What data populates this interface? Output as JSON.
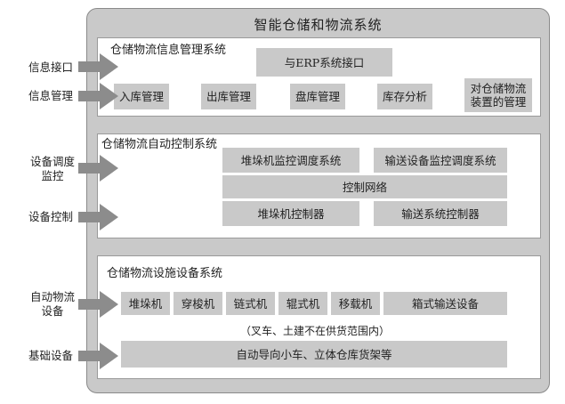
{
  "title": "智能仓储和物流系统",
  "left_labels": {
    "info_interface": "信息接口",
    "info_management": "信息管理",
    "device_dispatch": [
      "设备调度",
      "监控"
    ],
    "device_control": "设备控制",
    "auto_logistics": [
      "自动物流",
      "设备"
    ],
    "basic_equipment": "基础设备"
  },
  "info_system": {
    "title": "仓储物流信息管理系统",
    "erp_interface": "与ERP系统接口",
    "modules": [
      "入库管理",
      "出库管理",
      "盘库管理",
      "库存分析"
    ],
    "device_management": [
      "对仓储物流",
      "装置的管理"
    ]
  },
  "control_system": {
    "title": "仓储物流自动控制系统",
    "stacker_monitor": "堆垛机监控调度系统",
    "conveyor_monitor": "输送设备监控调度系统",
    "control_network": "控制网络",
    "stacker_controller": "堆垛机控制器",
    "conveyor_controller": "输送系统控制器"
  },
  "facility_system": {
    "title": "仓储物流设施设备系统",
    "equipment": [
      "堆垛机",
      "穿梭机",
      "链式机",
      "辊式机",
      "移载机",
      "箱式输送设备"
    ],
    "note": "（叉车、土建不在供货范围内）",
    "base": "自动导向小车、立体仓库货架等"
  },
  "colors": {
    "frame": "#c9c9c9",
    "arrow": "#8c8c8c",
    "panel": "#ffffff"
  }
}
